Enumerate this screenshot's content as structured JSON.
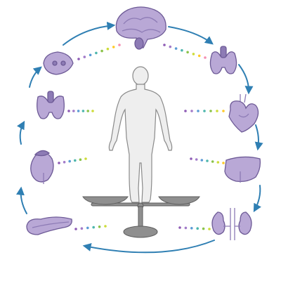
{
  "diagram": {
    "center": {
      "figure": "human-body",
      "base": "balance-scale"
    },
    "organs": [
      {
        "id": "brain",
        "icon": "brain-icon"
      },
      {
        "id": "thyroid-right",
        "icon": "thyroid-icon"
      },
      {
        "id": "heart",
        "icon": "heart-icon"
      },
      {
        "id": "liver",
        "icon": "liver-icon"
      },
      {
        "id": "kidneys",
        "icon": "kidneys-icon"
      },
      {
        "id": "pancreas",
        "icon": "pancreas-icon"
      },
      {
        "id": "adrenal-kidney",
        "icon": "adrenal-kidney-icon"
      },
      {
        "id": "thyroid-left",
        "icon": "thyroid-icon"
      },
      {
        "id": "pituitary-gland",
        "icon": "pituitary-icon"
      }
    ],
    "colors": {
      "organ_fill": "#b9a8d6",
      "organ_stroke": "#6d5a96",
      "organ_detail": "#8d7bb5",
      "arrow": "#2f7fb3",
      "body_fill": "#eeeeee",
      "body_stroke": "#8a8a8a",
      "scale_fill": "#8f8f8f",
      "scale_stroke": "#5e5e5e",
      "dots": [
        "#8e5bb5",
        "#a27bc9",
        "#5b9bd5",
        "#4db6ac",
        "#8bc34a",
        "#cddc39",
        "#ffca28",
        "#f48fb1",
        "#e57373"
      ]
    }
  }
}
